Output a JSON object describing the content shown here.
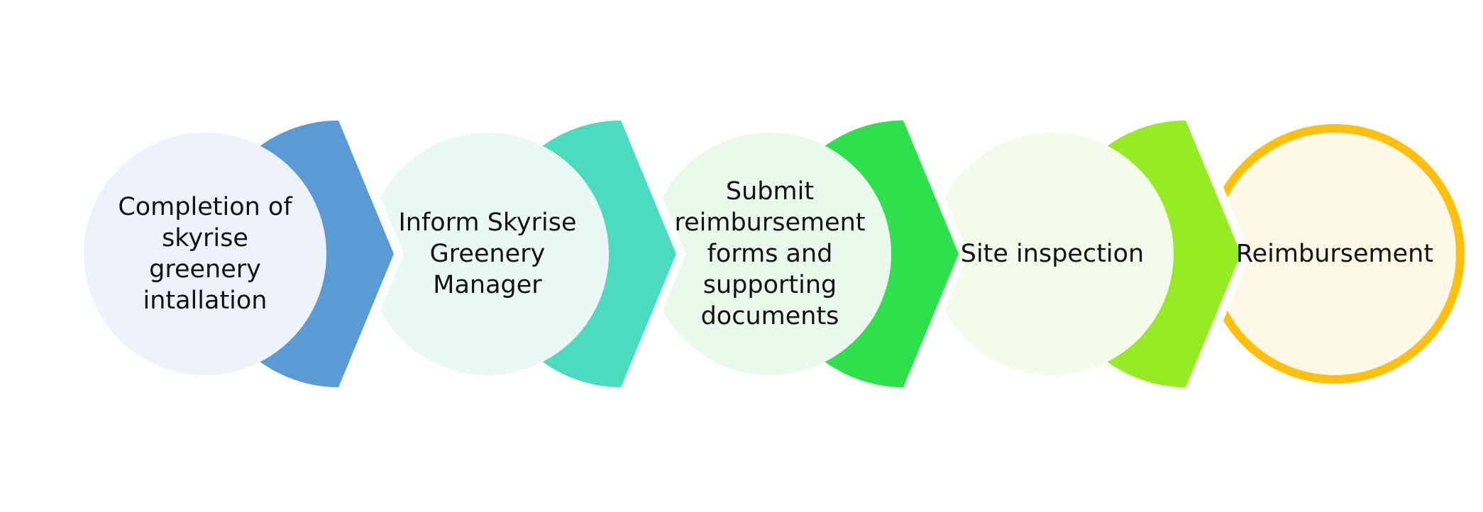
{
  "process": {
    "steps": [
      {
        "label": "Completion of\nskyrise\ngreenery\nintallation",
        "color": "#5B9BD5",
        "fill": "#EEF3FB"
      },
      {
        "label": "Inform Skyrise\nGreenery\nManager",
        "color": "#4BDCC0",
        "fill": "#EBF9F6"
      },
      {
        "label": "Submit\nreimbursement\nforms and\nsupporting\ndocuments",
        "color": "#2EE04C",
        "fill": "#E9F9EC"
      },
      {
        "label": "Site inspection",
        "color": "#96EC22",
        "fill": "#F4FBEA"
      },
      {
        "label": "Reimbursement",
        "color": "#FFBF0D",
        "fill": "#FFF8E7"
      }
    ]
  }
}
